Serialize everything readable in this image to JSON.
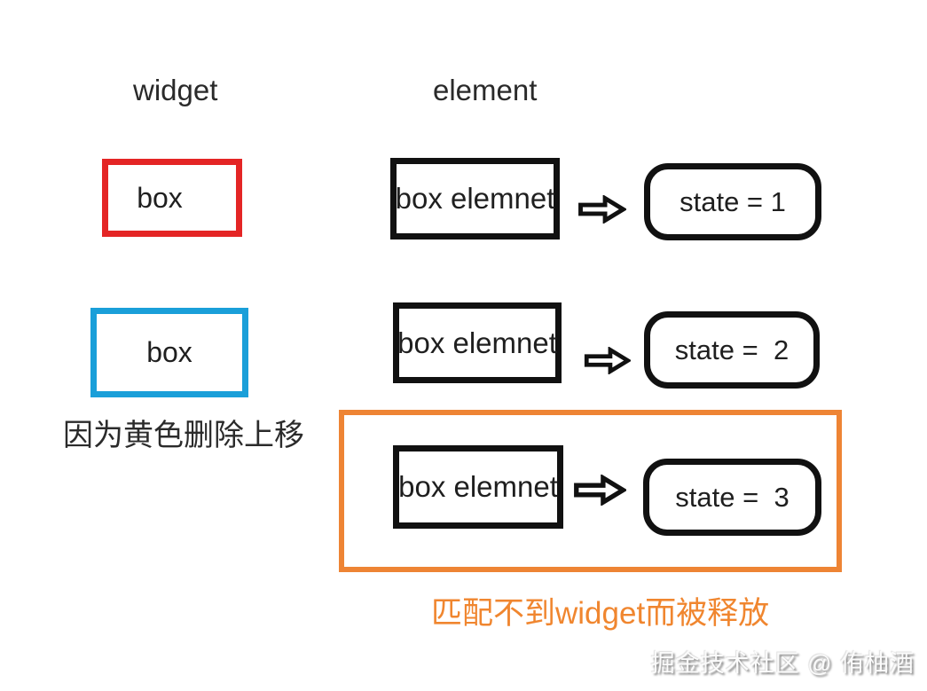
{
  "headers": {
    "widget": "widget",
    "element": "element"
  },
  "widget_column": {
    "red_box_label": "box",
    "blue_box_label": "box",
    "note": "因为黄色删除上移"
  },
  "rows": [
    {
      "element_label": "box elemnet",
      "state_label": "state = 1"
    },
    {
      "element_label": "box elemnet",
      "state_label": "state =  2"
    },
    {
      "element_label": "box elemnet",
      "state_label": "state =  3"
    }
  ],
  "caption": "匹配不到widget而被释放",
  "watermark": "掘金技术社区 @ 侑柚酒",
  "colors": {
    "red_border": "#e42525",
    "blue_border": "#1a9fd9",
    "orange_border": "#ee8434",
    "orange_text": "#f0862f",
    "black_border": "#111111"
  }
}
